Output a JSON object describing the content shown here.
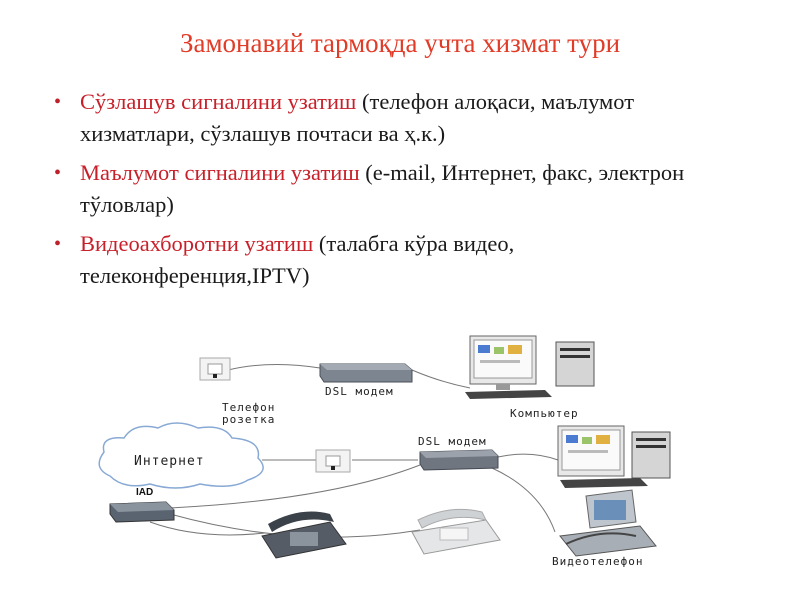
{
  "title": "Замонавий тармоқда учта хизмат тури",
  "bullets": [
    {
      "highlight": "Сўзлашув сигналини узатиш",
      "rest": " (телефон алоқаси, маълумот хизматлари, сўзлашув почтаси ва ҳ.к.)"
    },
    {
      "highlight": "Маълумот сигналини узатиш",
      "rest": " (e-mail, Интернет, факс, электрон тўловлар)"
    },
    {
      "highlight": "Видеоахборотни узатиш",
      "rest": " (талабга кўра видео, телеконференция,IPTV)"
    }
  ],
  "diagram": {
    "phone_socket": "Телефон розетка",
    "dsl_modem_top": "DSL модем",
    "computer": "Компьютер",
    "internet": "Интернет",
    "dsl_modem_bottom": "DSL модем",
    "iad": "IAD",
    "videophone": "Видеотелефон"
  }
}
